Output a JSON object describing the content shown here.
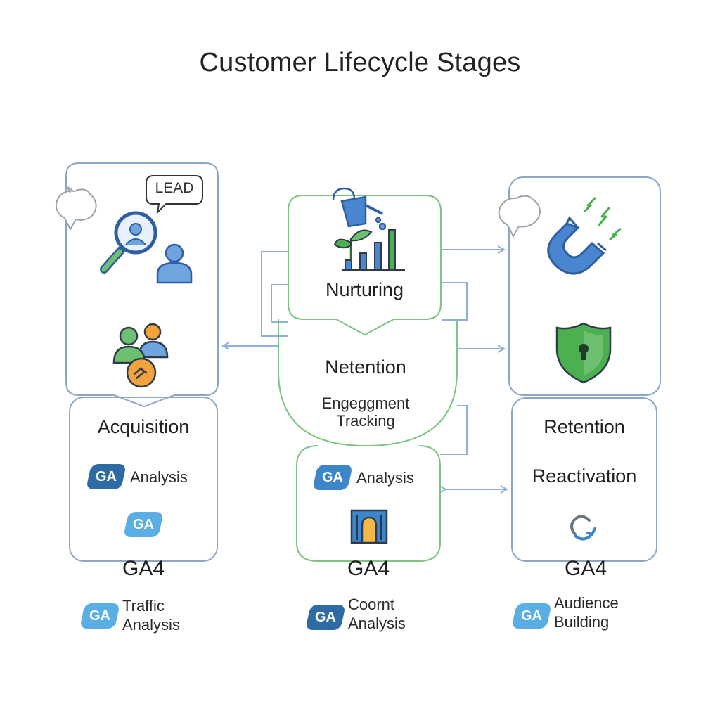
{
  "title": "Customer Lifecycle Stages",
  "lead_label": "LEAD",
  "ga_badge_text": "GA",
  "stages": {
    "nurturing": {
      "name": "Nurturing"
    },
    "netention": {
      "name": "Netention",
      "subtitle_line1": "Engeggment",
      "subtitle_line2": "Tracking"
    },
    "acquisition": {
      "name": "Acquisition",
      "analysis_label": "Analysis"
    },
    "center_lower": {
      "analysis_label": "Analysis"
    },
    "retention": {
      "name": "Retention",
      "reactivation": "Reactivation"
    }
  },
  "footers": [
    {
      "ga4": "GA4",
      "line1": "Traffic",
      "line2": "Analysis"
    },
    {
      "ga4": "GA4",
      "line1": "Coornt",
      "line2": "Analysis"
    },
    {
      "ga4": "GA4",
      "line1": "Audience",
      "line2": "Building"
    }
  ],
  "colors": {
    "blue_outline": "#8ea6c6",
    "green_outline": "#7cc47f",
    "arrow": "#8fb1d9",
    "icon_blue": "#4a86cf",
    "icon_green": "#4caf50",
    "icon_orange": "#f2a23a"
  },
  "icons": [
    "chat-bubble-icon",
    "magnifier-person-icon",
    "person-icon",
    "users-icon",
    "handshake-icon",
    "watering-can-icon",
    "plant-growth-chart-icon",
    "magnet-icon",
    "shield-lock-icon",
    "door-icon",
    "refresh-icon"
  ]
}
